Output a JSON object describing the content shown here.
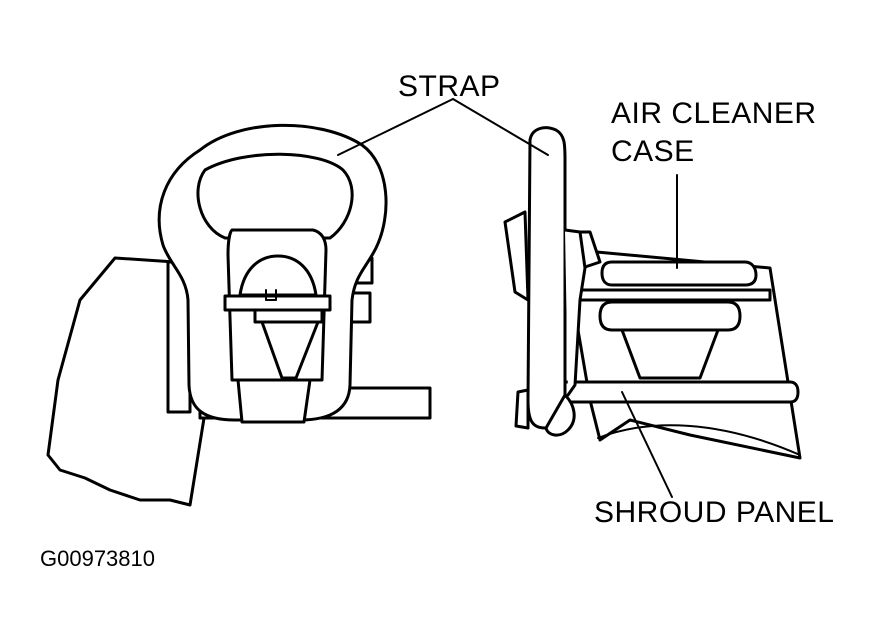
{
  "labels": {
    "strap": "STRAP",
    "air_cleaner_case_line1": "AIR CLEANER",
    "air_cleaner_case_line2": "CASE",
    "shroud_panel": "SHROUD PANEL",
    "figure_code": "G00973810"
  }
}
